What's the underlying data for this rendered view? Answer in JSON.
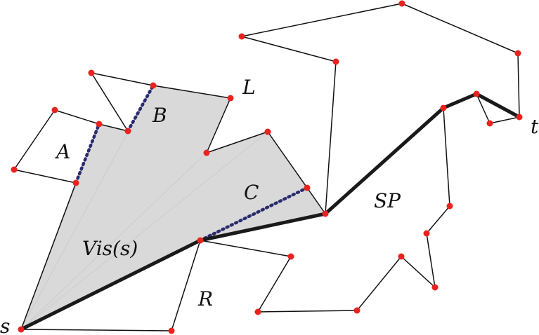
{
  "labels": {
    "s": "s",
    "t": "t",
    "A": "A",
    "B": "B",
    "C": "C",
    "L": "L",
    "R": "R",
    "SP": "SP",
    "vis": "Vis(s)"
  },
  "colors": {
    "vertex": "#e8231f",
    "edge": "#111111",
    "path": "#1a1a1a",
    "visibility_fill": "#d9d9d9",
    "dotted_window": "#2b2b6e"
  }
}
